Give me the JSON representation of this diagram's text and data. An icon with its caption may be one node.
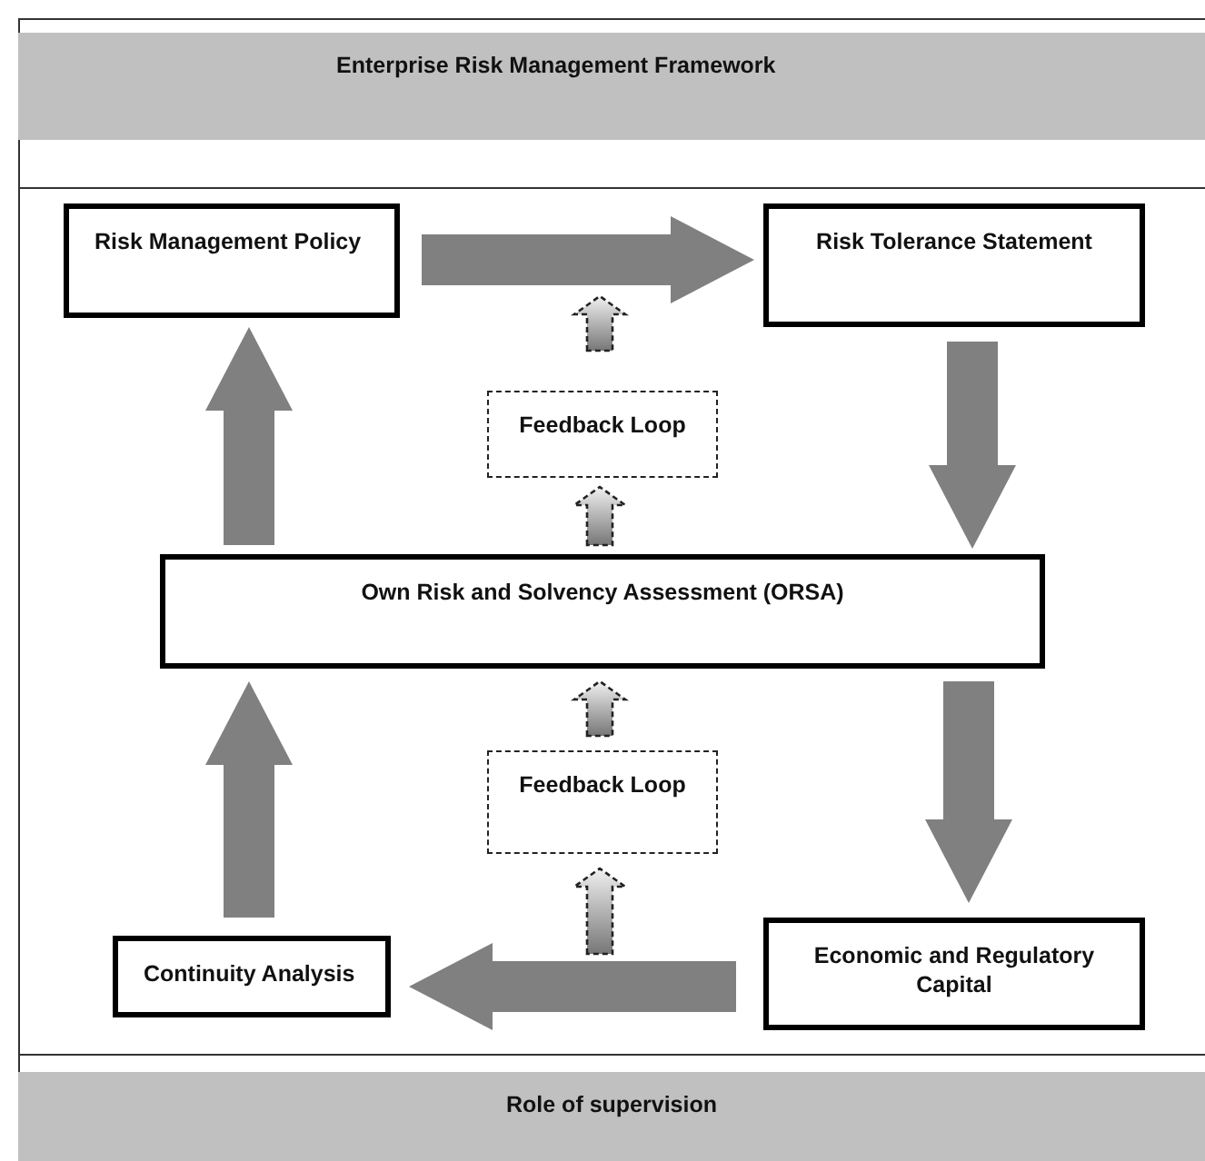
{
  "diagram": {
    "nodes": [
      {
        "text": [
          "Enterprise Risk Management Framework"
        ]
      },
      {
        "text": [
          "Risk Management Policy"
        ]
      },
      {
        "text": [
          "Risk Tolerance Statement"
        ]
      },
      {
        "text": [
          "Feedback Loop"
        ]
      },
      {
        "text": [
          "Own Risk and Solvency Assessment (ORSA)"
        ]
      },
      {
        "text": [
          "Feedback Loop"
        ]
      },
      {
        "text": [
          "Continuity Analysis"
        ]
      },
      {
        "text": [
          "Economic and Regulatory Capital"
        ]
      },
      {
        "text": [
          "Role of supervision"
        ]
      }
    ],
    "edges": [
      {
        "from": 1,
        "to": 2,
        "arrow": "to",
        "style": "thick"
      },
      {
        "from": 2,
        "to": 4,
        "arrow": "to",
        "style": "thick"
      },
      {
        "from": 4,
        "to": 7,
        "arrow": "to",
        "style": "thick"
      },
      {
        "from": 7,
        "to": 6,
        "arrow": "to",
        "style": "thick"
      },
      {
        "from": 6,
        "to": 4,
        "arrow": "to",
        "style": "thick"
      },
      {
        "from": 4,
        "to": 1,
        "arrow": "to",
        "style": "thick"
      },
      {
        "from": 3,
        "to": null,
        "arrow": "to",
        "style": "dashed"
      },
      {
        "from": 4,
        "to": 3,
        "arrow": "to",
        "style": "dashed"
      },
      {
        "from": 5,
        "to": 4,
        "arrow": "to",
        "style": "dashed"
      },
      {
        "from": null,
        "to": 5,
        "arrow": "to",
        "style": "dashed"
      }
    ]
  }
}
